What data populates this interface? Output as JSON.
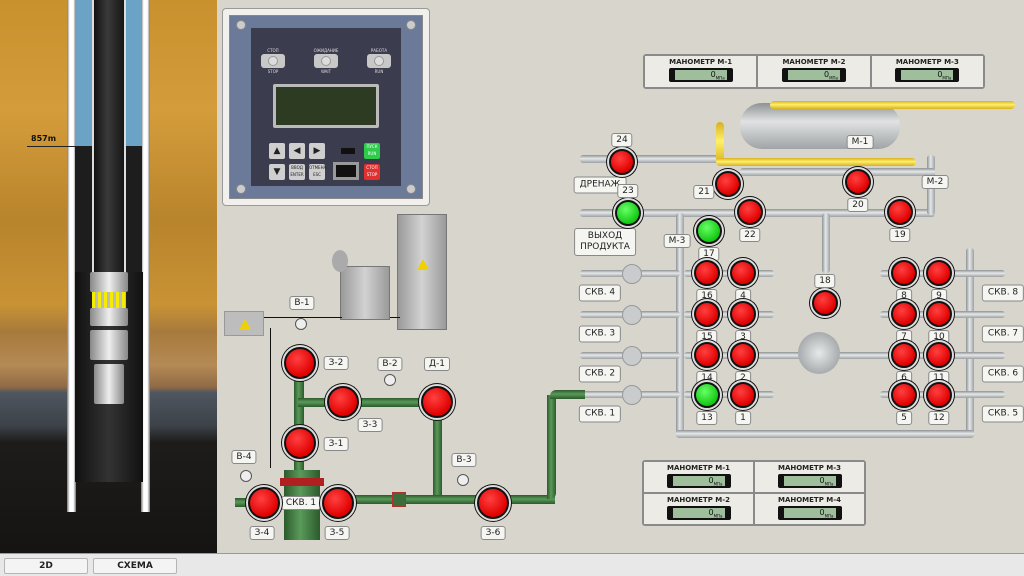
{
  "well": {
    "depth_label": "857m"
  },
  "vfd": {
    "leds": [
      {
        "top": "СТОП",
        "bottom": "STOP"
      },
      {
        "top": "ОЖИДАНИЕ",
        "bottom": "WAIT"
      },
      {
        "top": "РАБОТА",
        "bottom": "RUN"
      }
    ],
    "keys": {
      "up": "▲",
      "left": "◀",
      "right": "▶",
      "down": "▼",
      "enter_top": "ВВОД",
      "enter_bottom": "ENTER",
      "esc_top": "ОТМЕНА",
      "esc_bottom": "ESC",
      "run_top": "ПУСК",
      "run_bottom": "RUN",
      "stop_top": "СТОП",
      "stop_bottom": "STOP"
    }
  },
  "gauges_top": [
    {
      "title": "МАНОМЕТР М-1",
      "value": "0",
      "unit": "МПа"
    },
    {
      "title": "МАНОМЕТР М-2",
      "value": "0",
      "unit": "МПа"
    },
    {
      "title": "МАНОМЕТР М-3",
      "value": "0",
      "unit": "МПа"
    }
  ],
  "gauges_bottom": [
    {
      "title": "МАНОМЕТР М-1",
      "value": "0",
      "unit": "МПа"
    },
    {
      "title": "МАНОМЕТР М-3",
      "value": "0",
      "unit": "МПа"
    },
    {
      "title": "МАНОМЕТР М-2",
      "value": "0",
      "unit": "МПа"
    },
    {
      "title": "МАНОМЕТР М-4",
      "value": "0",
      "unit": "МПа"
    }
  ],
  "manifold": {
    "labels": {
      "drain": "ДРЕНАЖ",
      "product_out": "ВЫХОД\nПРОДУКТА",
      "m1": "М-1",
      "m2": "М-2",
      "m3": "М-3"
    },
    "valves": [
      {
        "id": "24",
        "state": "closed"
      },
      {
        "id": "23",
        "state": "open"
      },
      {
        "id": "21",
        "state": "closed"
      },
      {
        "id": "22",
        "state": "closed"
      },
      {
        "id": "17",
        "state": "open"
      },
      {
        "id": "20",
        "state": "closed"
      },
      {
        "id": "19",
        "state": "closed"
      },
      {
        "id": "18",
        "state": "closed"
      },
      {
        "id": "16",
        "state": "closed"
      },
      {
        "id": "4",
        "state": "closed"
      },
      {
        "id": "15",
        "state": "closed"
      },
      {
        "id": "3",
        "state": "closed"
      },
      {
        "id": "14",
        "state": "closed"
      },
      {
        "id": "2",
        "state": "closed"
      },
      {
        "id": "13",
        "state": "open"
      },
      {
        "id": "1",
        "state": "closed"
      },
      {
        "id": "8",
        "state": "closed"
      },
      {
        "id": "9",
        "state": "closed"
      },
      {
        "id": "7",
        "state": "closed"
      },
      {
        "id": "10",
        "state": "closed"
      },
      {
        "id": "6",
        "state": "closed"
      },
      {
        "id": "11",
        "state": "closed"
      },
      {
        "id": "5",
        "state": "closed"
      },
      {
        "id": "12",
        "state": "closed"
      }
    ],
    "wells_left": [
      "СКВ. 4",
      "СКВ. 3",
      "СКВ. 2",
      "СКВ. 1"
    ],
    "wells_right": [
      "СКВ. 8",
      "СКВ. 7",
      "СКВ. 6",
      "СКВ. 5"
    ]
  },
  "wellhead": {
    "well_label": "СКВ. 1",
    "labels": {
      "v1": "В-1",
      "v2": "В-2",
      "v3": "В-3",
      "v4": "В-4",
      "d1": "Д-1"
    },
    "valves": [
      {
        "id": "З-2",
        "state": "closed"
      },
      {
        "id": "З-3",
        "state": "closed"
      },
      {
        "id": "З-1",
        "state": "closed"
      },
      {
        "id": "Д-1",
        "state": "closed"
      },
      {
        "id": "З-4",
        "state": "closed"
      },
      {
        "id": "З-5",
        "state": "closed"
      },
      {
        "id": "З-6",
        "state": "closed"
      }
    ]
  },
  "bottom_tabs": [
    {
      "label": "2D"
    },
    {
      "label": "СХЕМА"
    }
  ]
}
